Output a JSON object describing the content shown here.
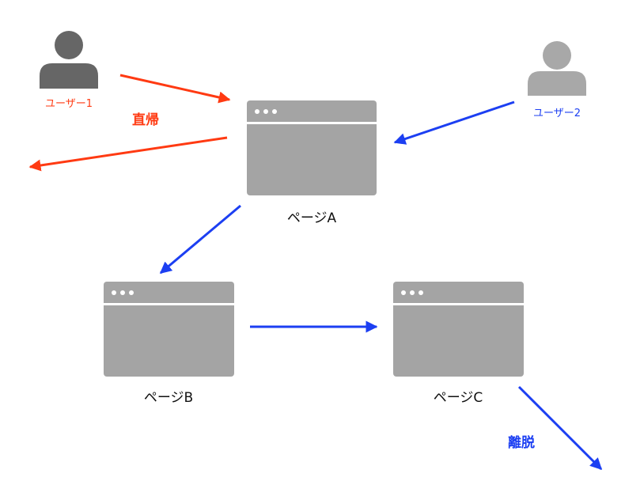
{
  "colors": {
    "bounce": "#ff3a12",
    "flow": "#1c3ff2",
    "icon_dark": "#666666",
    "icon_light": "#a8a8a8",
    "window": "#a4a4a4"
  },
  "users": [
    {
      "label": "ユーザー1",
      "icon": "person-icon"
    },
    {
      "label": "ユーザー2",
      "icon": "person-icon"
    }
  ],
  "pages": [
    {
      "label": "ページA"
    },
    {
      "label": "ページB"
    },
    {
      "label": "ページC"
    }
  ],
  "actions": {
    "bounce": "直帰",
    "exit": "離脱"
  }
}
